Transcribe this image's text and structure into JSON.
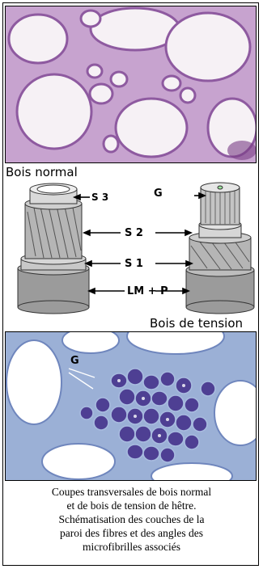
{
  "labels": {
    "normal": "Bois normal",
    "tension": "Bois de tension",
    "g_top": "G",
    "s3": "S 3",
    "s2": "S 2",
    "s1": "S 1",
    "lmp": "LM + P",
    "g_photo": "G"
  },
  "caption": [
    "Coupes transversales de bois normal",
    "et de bois de tension de hêtre.",
    "Schématisation des couches de la",
    "paroi des fibres et des angles des",
    "microfibrilles associés"
  ],
  "colors": {
    "normal_cell_wall": "#c49ac9",
    "normal_lumen": "#f4eef3",
    "tension_stain": "#8fa6cf",
    "tension_gel": "#4a3c8f",
    "cylinder_grey": "#a9a9a9"
  }
}
